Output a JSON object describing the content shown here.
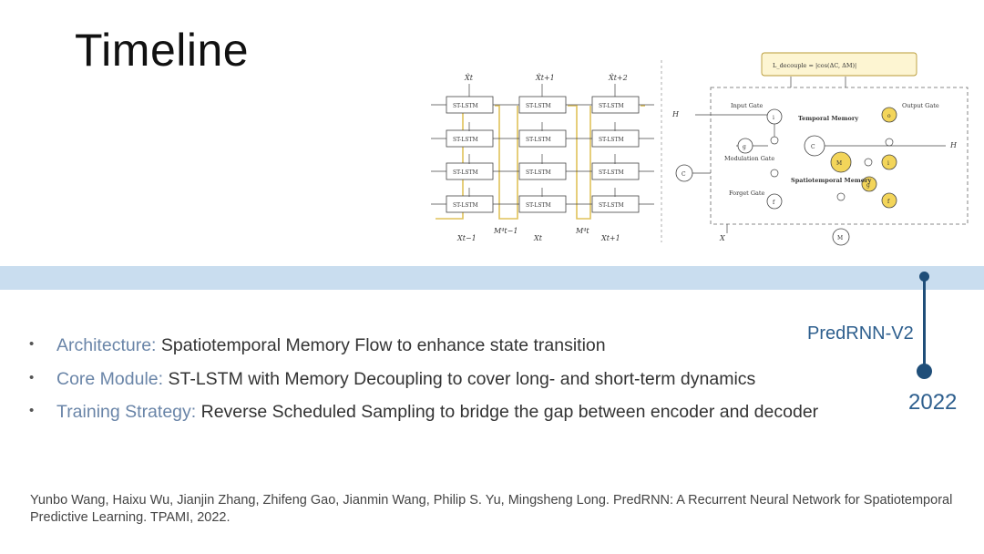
{
  "slide": {
    "title": "Timeline"
  },
  "timeline": {
    "milestone": "PredRNN-V2",
    "year": "2022"
  },
  "bullets": [
    {
      "key": "Architecture:",
      "value": " Spatiotemporal Memory Flow to enhance state transition"
    },
    {
      "key": "Core Module:",
      "value": " ST-LSTM with Memory Decoupling to cover long- and short-term dynamics"
    },
    {
      "key": "Training Strategy:",
      "value": " Reverse Scheduled Sampling to bridge the gap between encoder and decoder"
    }
  ],
  "reference": "Yunbo Wang, Haixu Wu, Jianjin Zhang, Zhifeng Gao, Jianmin Wang, Philip S. Yu, Mingsheng Long. PredRNN: A Recurrent Neural Network for Spatiotemporal Predictive Learning. TPAMI, 2022.",
  "figure": {
    "left": {
      "cell_labels": [
        "ST-LSTM",
        "ST-LSTM",
        "ST-LSTM",
        "ST-LSTM"
      ],
      "top_outputs": [
        "X̂t",
        "X̂t+1",
        "X̂t+2"
      ],
      "bottom_inputs": [
        "Xt−1",
        "M⁴t−1",
        "Xt",
        "M⁴t",
        "Xt+1"
      ]
    },
    "right": {
      "formula": "L_decouple = |cos(ΔC, ΔM)|",
      "gates": [
        "Input Gate",
        "Modulation Gate",
        "Forget Gate",
        "Output Gate"
      ],
      "memories": [
        "Temporal Memory",
        "Spatiotemporal Memory"
      ],
      "symbols": [
        "H",
        "C",
        "X",
        "M",
        "H",
        "i",
        "g",
        "f",
        "o",
        "C",
        "M",
        "i",
        "g",
        "f"
      ]
    }
  }
}
